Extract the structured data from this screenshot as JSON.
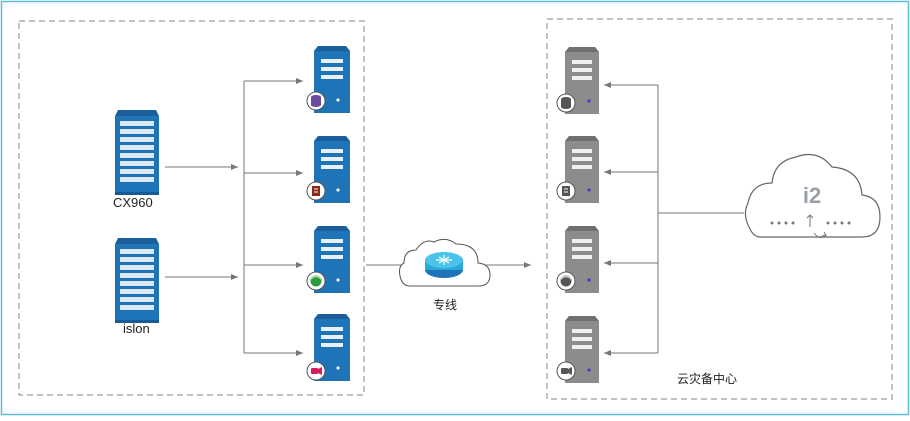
{
  "labels": {
    "storage_1": "CX960",
    "storage_2": "islon",
    "link": "专线",
    "dr_center": "云灾备中心",
    "cloud_logo": "i2"
  },
  "colors": {
    "frame_border": "#5bbcd6",
    "dashed_border": "#9a9a9a",
    "server_blue": "#1f73b7",
    "server_blue_dark": "#155c96",
    "server_grey": "#8c8c8c",
    "server_grey_dark": "#6e6e6e",
    "arrow": "#777777"
  },
  "source_servers": [
    {
      "icon": "database-icon"
    },
    {
      "icon": "document-icon"
    },
    {
      "icon": "browser-icon"
    },
    {
      "icon": "video-icon"
    }
  ],
  "dr_servers": [
    {
      "icon": "database-icon"
    },
    {
      "icon": "document-icon"
    },
    {
      "icon": "browser-icon"
    },
    {
      "icon": "video-icon"
    }
  ]
}
